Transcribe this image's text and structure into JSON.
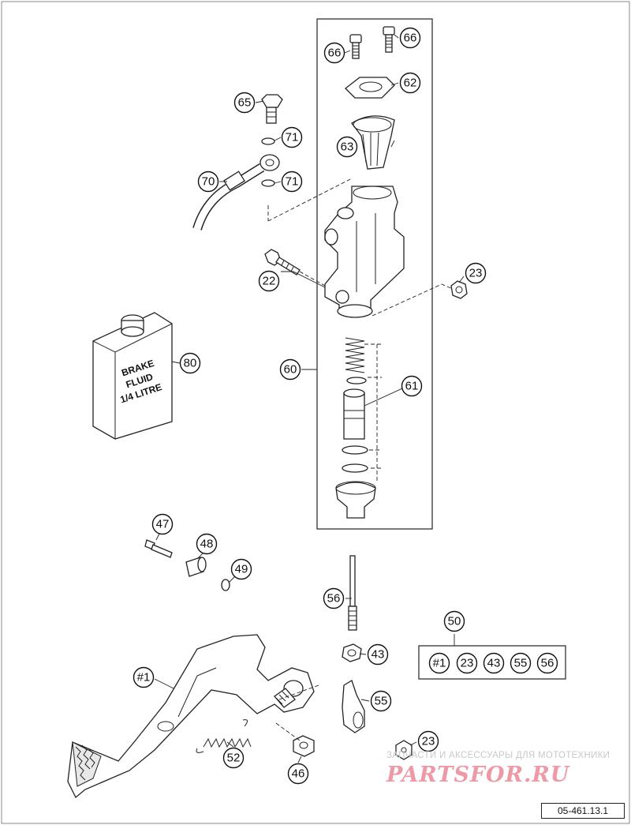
{
  "callouts": [
    {
      "id": "c66a",
      "label": "66"
    },
    {
      "id": "c66b",
      "label": "66"
    },
    {
      "id": "c62",
      "label": "62"
    },
    {
      "id": "c65",
      "label": "65"
    },
    {
      "id": "c71a",
      "label": "71"
    },
    {
      "id": "c63",
      "label": "63"
    },
    {
      "id": "c70",
      "label": "70"
    },
    {
      "id": "c71b",
      "label": "71"
    },
    {
      "id": "c22",
      "label": "22"
    },
    {
      "id": "c23a",
      "label": "23"
    },
    {
      "id": "c80",
      "label": "80"
    },
    {
      "id": "c60",
      "label": "60"
    },
    {
      "id": "c61",
      "label": "61"
    },
    {
      "id": "c47",
      "label": "47"
    },
    {
      "id": "c48",
      "label": "48"
    },
    {
      "id": "c49",
      "label": "49"
    },
    {
      "id": "c56",
      "label": "56"
    },
    {
      "id": "c50",
      "label": "50"
    },
    {
      "id": "c43",
      "label": "43"
    },
    {
      "id": "c1",
      "label": "#1"
    },
    {
      "id": "c55",
      "label": "55"
    },
    {
      "id": "c23b",
      "label": "23"
    },
    {
      "id": "c52",
      "label": "52"
    },
    {
      "id": "c46",
      "label": "46"
    }
  ],
  "kit_items": [
    "#1",
    "23",
    "43",
    "55",
    "56"
  ],
  "bottle": {
    "line1": "BRAKE",
    "line2": "FLUID",
    "line3": "1/4 LITRE"
  },
  "watermark": {
    "text": "ЗАПЧАСТИ И АКСЕССУАРЫ ДЛЯ МОТОТЕХНИКИ",
    "logo": "PARTSFOR.RU"
  },
  "reference_number": "05-461.13.1"
}
